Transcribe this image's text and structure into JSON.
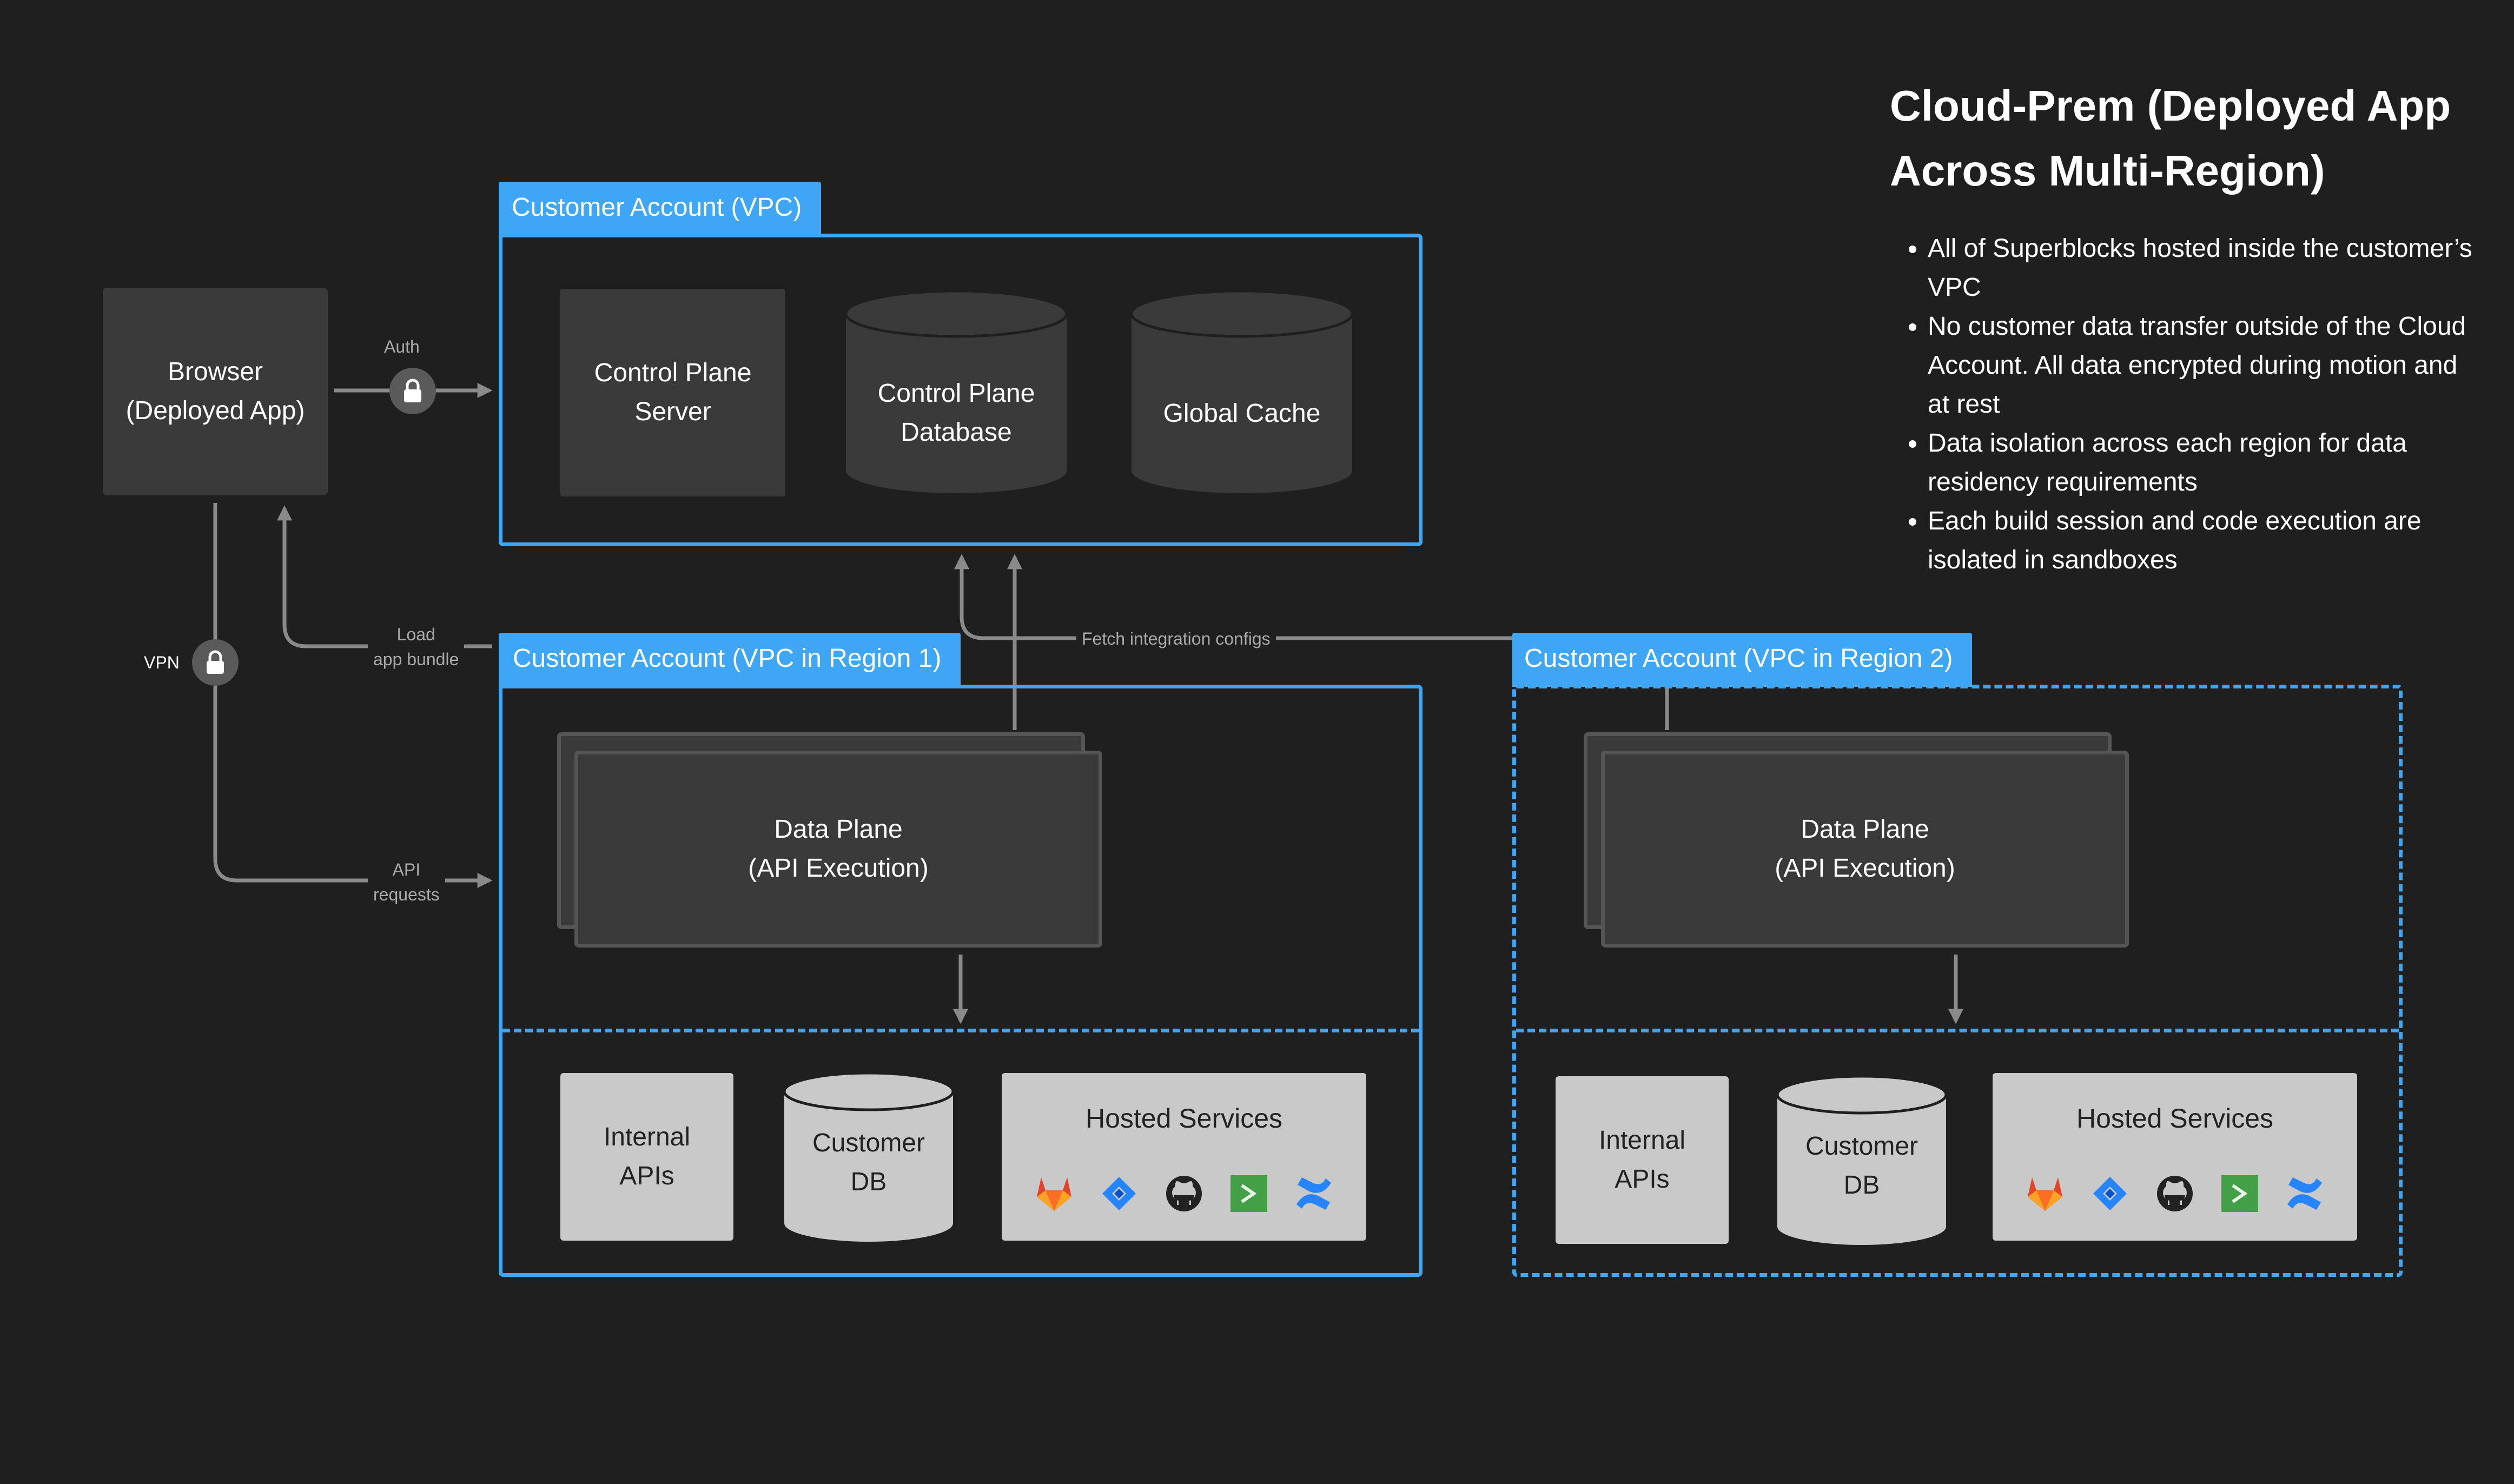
{
  "title": "Cloud-Prem (Deployed App Across Multi-Region)",
  "notes": [
    "All of Superblocks hosted inside the customer’s VPC",
    "No customer data transfer outside of the Cloud Account. All data encrypted during motion and at rest",
    "Data isolation across each region for data residency requirements",
    "Each build session and code execution are isolated in sandboxes"
  ],
  "browser": {
    "label": "Browser\n(Deployed App)"
  },
  "edge_labels": {
    "auth": "Auth",
    "vpn": "VPN",
    "load_bundle": "Load\napp bundle",
    "api_requests": "API\nrequests",
    "fetch_configs": "Fetch integration configs"
  },
  "customer_vpc": {
    "tab": "Customer Account (VPC)",
    "control_plane_server": "Control Plane\nServer",
    "control_plane_db": "Control Plane\nDatabase",
    "global_cache": "Global Cache"
  },
  "region1": {
    "tab": "Customer Account (VPC in Region 1)",
    "data_plane": "Data Plane\n(API Execution)",
    "internal_apis": "Internal\nAPIs",
    "customer_db": "Customer\nDB",
    "hosted_services": "Hosted Services"
  },
  "region2": {
    "tab": "Customer Account (VPC in Region 2)",
    "data_plane": "Data Plane\n(API Execution)",
    "internal_apis": "Internal\nAPIs",
    "customer_db": "Customer\nDB",
    "hosted_services": "Hosted Services"
  },
  "hosted_service_icons": [
    "gitlab-icon",
    "jira-icon",
    "github-icon",
    "terminal-icon",
    "confluence-icon"
  ],
  "colors": {
    "background": "#1f1f1f",
    "accent": "#3ea6f4",
    "node": "#3a3a3a",
    "light_node": "#c9c9c9",
    "connector": "#8a8a8a"
  }
}
